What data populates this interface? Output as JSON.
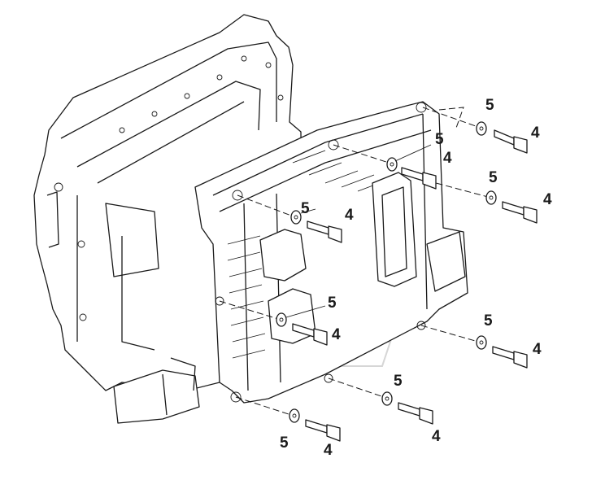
{
  "diagram": {
    "callouts": [
      {
        "id": "c1",
        "label": "5"
      },
      {
        "id": "c2",
        "label": "4"
      },
      {
        "id": "c3",
        "label": "5"
      },
      {
        "id": "c4",
        "label": "4"
      },
      {
        "id": "c5",
        "label": "5"
      },
      {
        "id": "c6",
        "label": "4"
      },
      {
        "id": "c7",
        "label": "5"
      },
      {
        "id": "c8",
        "label": "4"
      },
      {
        "id": "c9",
        "label": "5"
      },
      {
        "id": "c10",
        "label": "4"
      },
      {
        "id": "c11",
        "label": "5"
      },
      {
        "id": "c12",
        "label": "4"
      },
      {
        "id": "c13",
        "label": "5"
      },
      {
        "id": "c14",
        "label": "4"
      },
      {
        "id": "c15",
        "label": "5"
      },
      {
        "id": "c16",
        "label": "4"
      }
    ],
    "colors": {
      "line": "#1a1a1a",
      "background": "#ffffff",
      "watermark": "#d6d6d6"
    }
  }
}
